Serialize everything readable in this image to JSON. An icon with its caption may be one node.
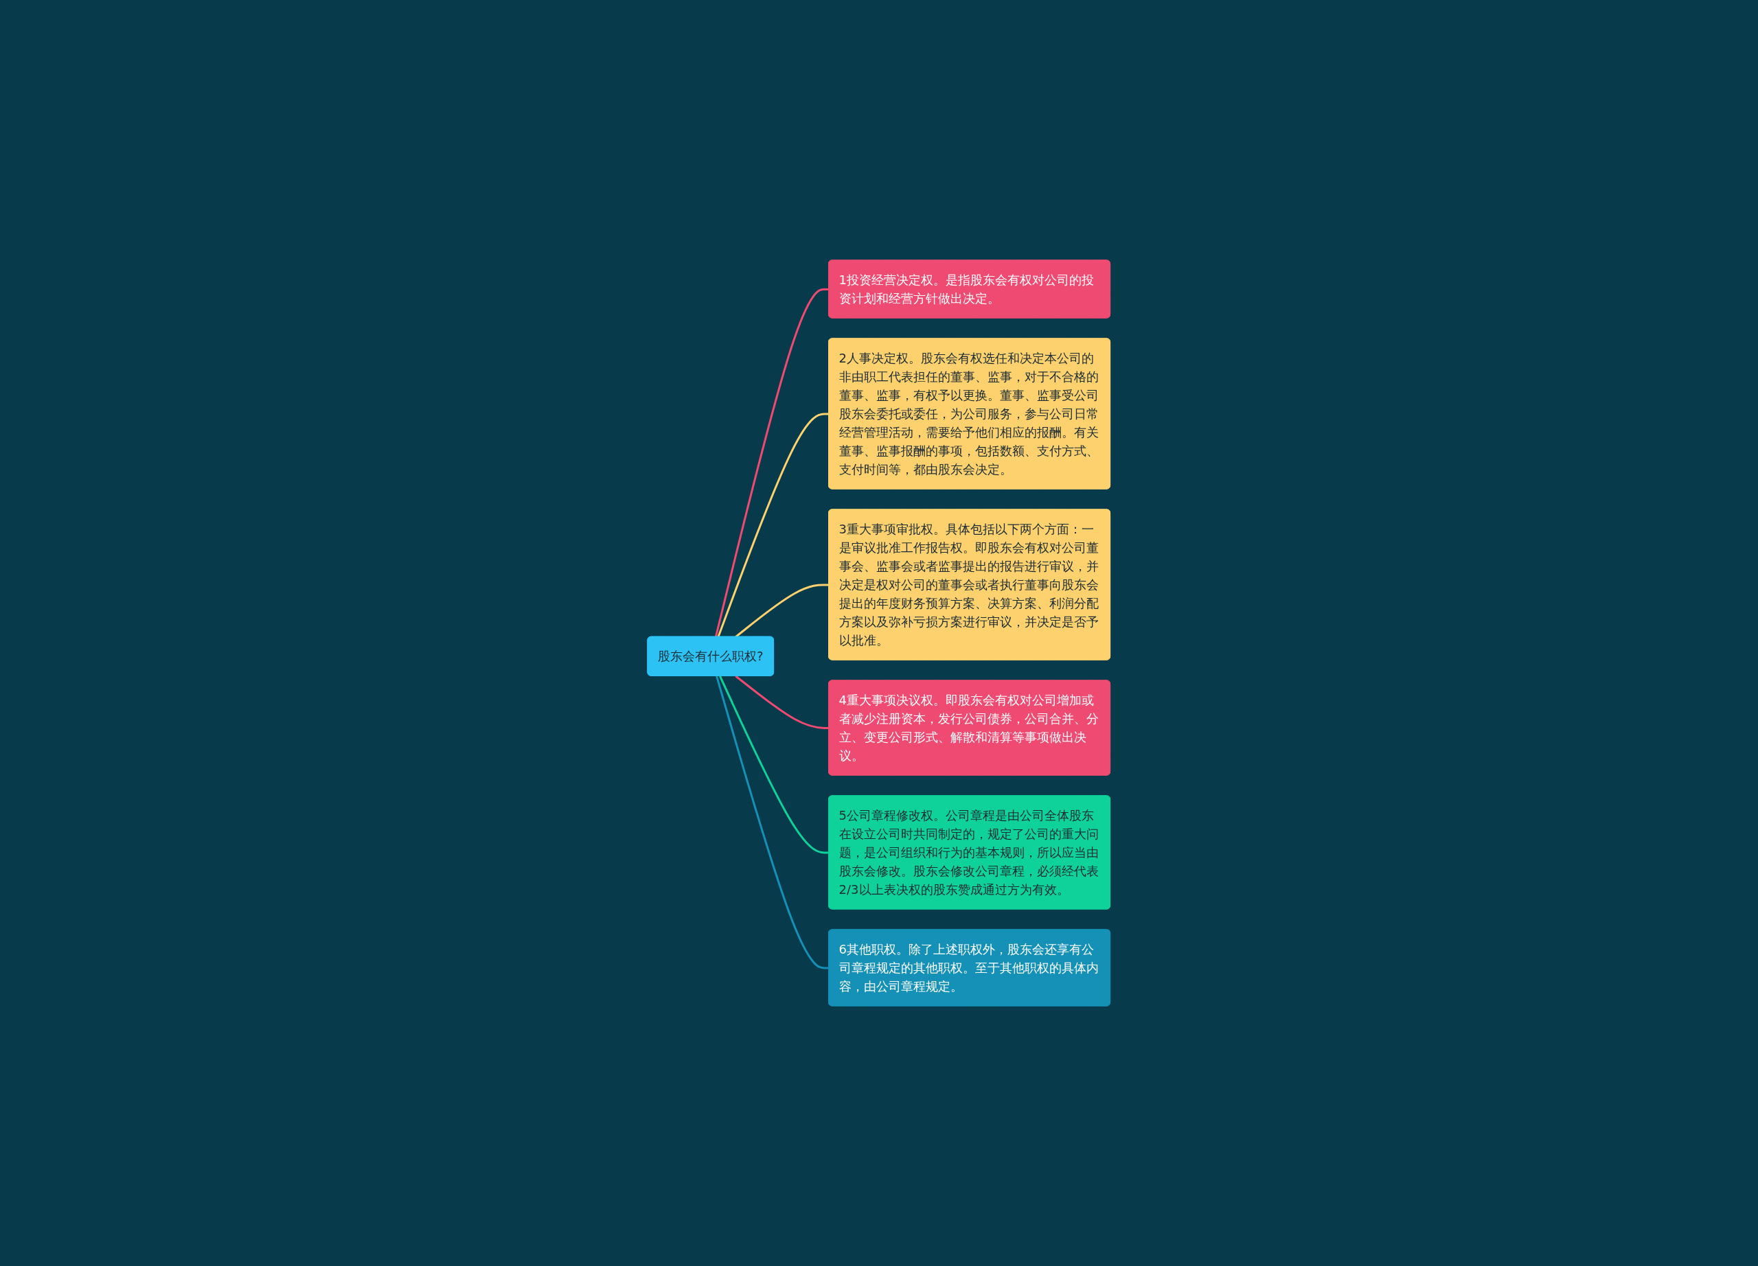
{
  "diagram": {
    "nodes": [
      {
        "text": [
          "股东会有什么职权?"
        ]
      },
      {
        "text": [
          "1投资经营决定权。是指股东会有权对公司的投资计划和经营方针做出决定。"
        ]
      },
      {
        "text": [
          "2人事决定权。股东会有权选任和决定本公司的非由职工代表担任的董事、监事，对于不合格的董事、监事，有权予以更换。董事、监事受公司股东会委托或委任，为公司服务，参与公司日常经营管理活动，需要给予他们相应的报酬。有关董事、监事报酬的事项，包括数额、支付方式、支付时间等，都由股东会决定。"
        ]
      },
      {
        "text": [
          "3重大事项审批权。具体包括以下两个方面：一是审议批准工作报告权。即股东会有权对公司董事会、监事会或者监事提出的报告进行审议，并决定是权对公司的董事会或者执行董事向股东会提出的年度财务预算方案、决算方案、利润分配方案以及弥补亏损方案进行审议，并决定是否予以批准。"
        ]
      },
      {
        "text": [
          "4重大事项决议权。即股东会有权对公司增加或者减少注册资本，发行公司债券，公司合并、分立、变更公司形式、解散和清算等事项做出决议。"
        ]
      },
      {
        "text": [
          "5公司章程修改权。公司章程是由公司全体股东在设立公司时共同制定的，规定了公司的重大问题，是公司组织和行为的基本规则，所以应当由股东会修改。股东会修改公司章程，必须经代表2/3以上表决权的股东赞成通过方为有效。"
        ]
      },
      {
        "text": [
          "6其他职权。除了上述职权外，股东会还享有公司章程规定的其他职权。至于其他职权的具体内容，由公司章程规定。"
        ]
      }
    ],
    "edges": [
      {
        "from": 0,
        "to": 1,
        "arrow": "none",
        "color": "#ef4a72"
      },
      {
        "from": 0,
        "to": 2,
        "arrow": "none",
        "color": "#fdd26e"
      },
      {
        "from": 0,
        "to": 3,
        "arrow": "none",
        "color": "#fdd26e"
      },
      {
        "from": 0,
        "to": 4,
        "arrow": "none",
        "color": "#ef4a72"
      },
      {
        "from": 0,
        "to": 5,
        "arrow": "none",
        "color": "#0fd29a"
      },
      {
        "from": 0,
        "to": 6,
        "arrow": "none",
        "color": "#1591b8"
      }
    ]
  }
}
